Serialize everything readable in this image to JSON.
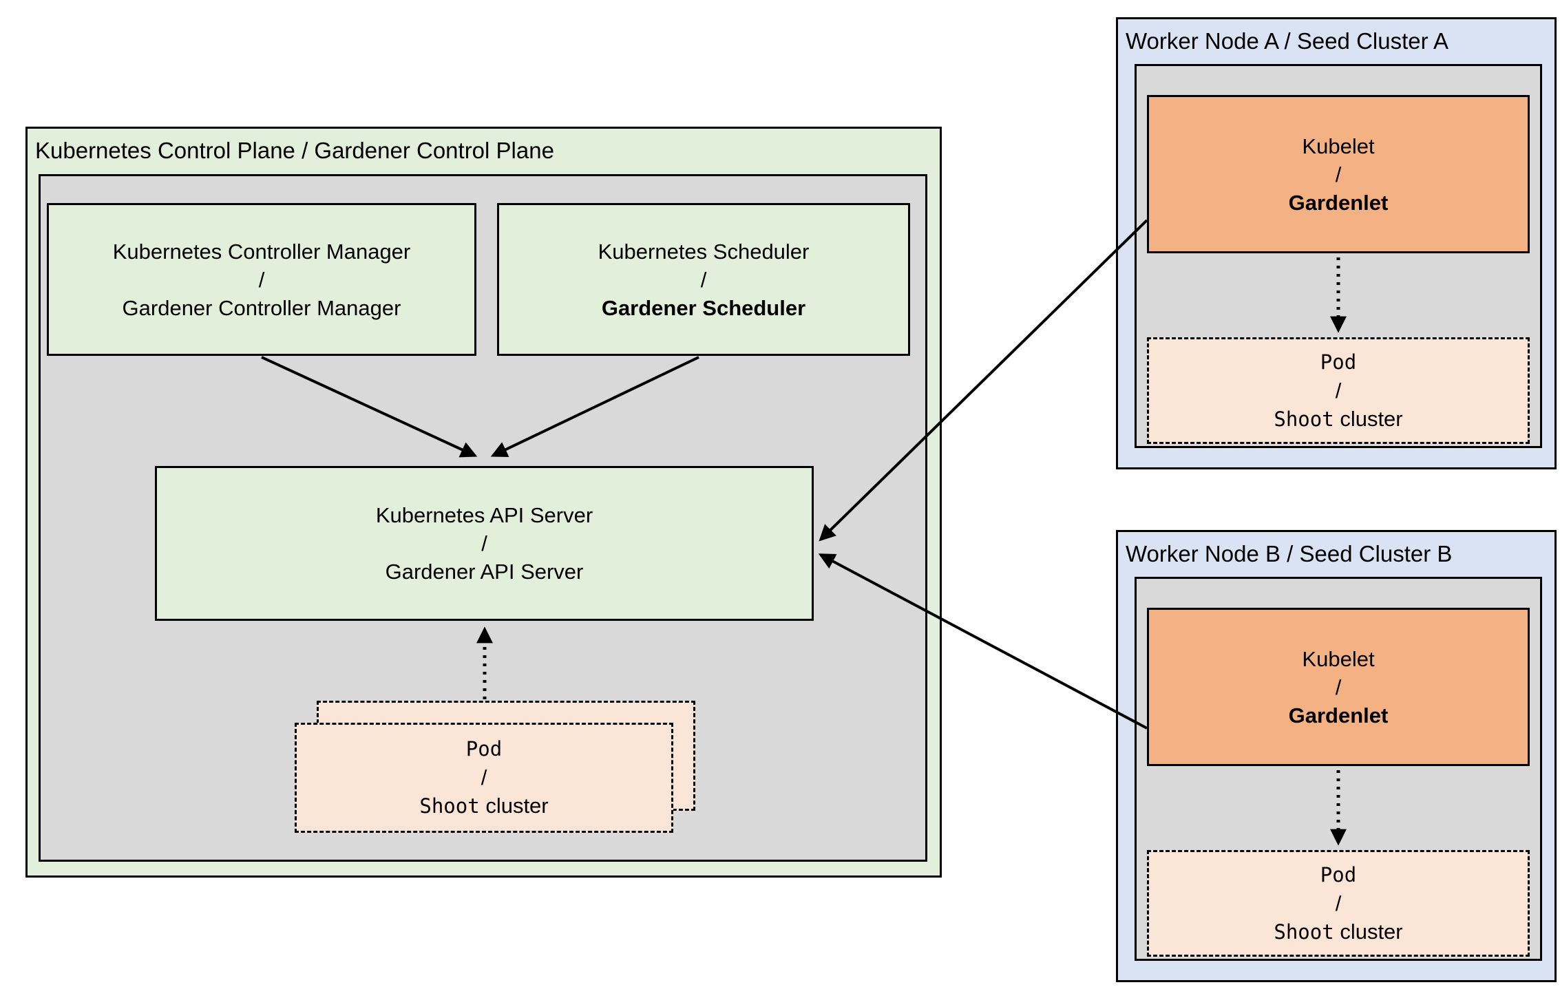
{
  "diagram": {
    "control_plane": {
      "title": "Kubernetes Control Plane / Gardener Control Plane",
      "controller_manager": {
        "line1": "Kubernetes Controller Manager",
        "separator": "/",
        "line2": "Gardener Controller Manager"
      },
      "scheduler": {
        "line1": "Kubernetes Scheduler",
        "separator": "/",
        "line2": "Gardener Scheduler"
      },
      "api_server": {
        "line1": "Kubernetes API Server",
        "separator": "/",
        "line2": "Gardener API Server"
      },
      "pod": {
        "line1": "Pod",
        "separator": "/",
        "line2_mono": "Shoot",
        "line2_plain": "cluster"
      }
    },
    "worker_node_a": {
      "title": "Worker Node A / Seed Cluster A",
      "kubelet": {
        "line1": "Kubelet",
        "separator": "/",
        "line2": "Gardenlet"
      },
      "pod": {
        "line1": "Pod",
        "separator": "/",
        "line2_mono": "Shoot",
        "line2_plain": "cluster"
      }
    },
    "worker_node_b": {
      "title": "Worker Node B / Seed Cluster B",
      "kubelet": {
        "line1": "Kubelet",
        "separator": "/",
        "line2": "Gardenlet"
      },
      "pod": {
        "line1": "Pod",
        "separator": "/",
        "line2_mono": "Shoot",
        "line2_plain": "cluster"
      }
    },
    "colors": {
      "control_plane_bg": "#e2efda",
      "component_green": "#e2efda",
      "inner_gray": "#d9d9d9",
      "kubelet_orange": "#f4b183",
      "pod_peach": "#fbe5d6",
      "worker_node_blue": "#dae3f3",
      "border": "#000000"
    }
  }
}
